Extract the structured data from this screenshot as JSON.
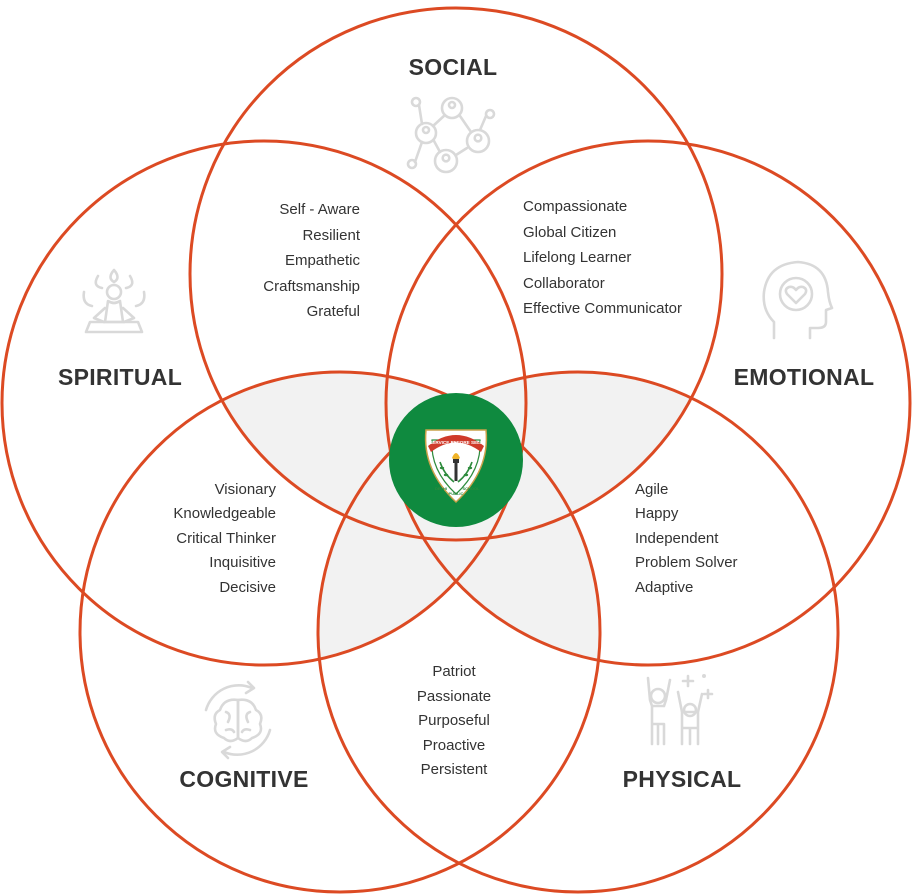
{
  "dimensions": {
    "social": "SOCIAL",
    "spiritual": "SPIRITUAL",
    "emotional": "EMOTIONAL",
    "cognitive": "COGNITIVE",
    "physical": "PHYSICAL"
  },
  "traits": {
    "social_spiritual": [
      "Self - Aware",
      "Resilient",
      "Empathetic",
      "Craftsmanship",
      "Grateful"
    ],
    "social_emotional": [
      "Compassionate",
      "Global Citizen",
      "Lifelong Learner",
      "Collaborator",
      "Effective Communicator"
    ],
    "spiritual_cognitive": [
      "Visionary",
      "Knowledgeable",
      "Critical Thinker",
      "Inquisitive",
      "Decisive"
    ],
    "emotional_physical": [
      "Agile",
      "Happy",
      "Independent",
      "Problem Solver",
      "Adaptive"
    ],
    "cognitive_physical": [
      "Patriot",
      "Passionate",
      "Purposeful",
      "Proactive",
      "Persistent"
    ]
  },
  "logo": {
    "banner": "SERVICE BEFORE SELF",
    "base": [
      "DELHI",
      "PUBLIC",
      "SCHOOL"
    ]
  },
  "icons": {
    "social": "network-people-icon",
    "spiritual": "meditation-icon",
    "emotional": "head-heart-icon",
    "cognitive": "brain-cycle-icon",
    "physical": "celebrating-people-icon"
  },
  "colors": {
    "circle_stroke": "#dc4a23",
    "logo_green": "#0f8a3f",
    "lens_fill": "#f2f2f2",
    "icon_gray": "#d9d9d9"
  }
}
